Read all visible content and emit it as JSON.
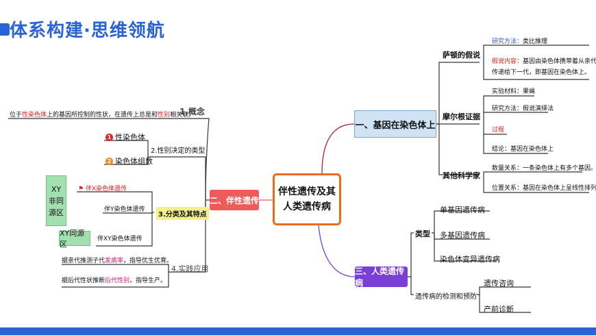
{
  "page_title": "体系构建·思维领航",
  "center": {
    "line1": "伴性遗传及其",
    "line2": "人类遗传病"
  },
  "branch1": {
    "label": "一、基因在染色体上",
    "sutton": {
      "label": "萨顿的假说",
      "method_key": "研究方法：",
      "method_val": "类比推理",
      "hyp_key": "假说内容：",
      "hyp_val1": "基因由染色体携带着从亲代",
      "hyp_val2": "传递给下一代，即基因在染色体上。"
    },
    "morgan": {
      "label": "摩尔根证据",
      "material": "实验材料：果蝇",
      "method": "研究方法：假说演绎法",
      "process": "过程",
      "conclusion": "结论：基因在染色体上"
    },
    "others": {
      "label": "其他科学家",
      "quantity": "数量关系：一条染色体上有多个基因。",
      "position": "位置关系：基因在染色体上呈线性排列。"
    }
  },
  "branch2": {
    "label": "二、伴性遗传",
    "concept": {
      "label": "1.概念",
      "desc_a": "位于",
      "desc_b": "性染色体",
      "desc_c": "上的基因所控制的性状，在遗传上总是和",
      "desc_d": "性别",
      "desc_e": "相关联。"
    },
    "types": {
      "label": "2.性别决定的类型",
      "item1_num": "1",
      "item1": "性染色体",
      "item2_num": "2",
      "item2": "染色体组数"
    },
    "classes": {
      "label": "3.分类及其特点",
      "xy_nonhomo": "XY非同源区",
      "xy_homo": "XY同源区",
      "item_x": "伴X染色体遗传",
      "item_y": "伴Y染色体遗传",
      "item_xy": "伴XY染色体遗传"
    },
    "practice": {
      "label": "4.实践应用",
      "line1_a": "据亲代推测子代",
      "line1_b": "发病率",
      "line1_c": "，指导优生优育。",
      "line2_a": "据后代性状推断",
      "line2_b": "后代性别",
      "line2_c": "，指导生产。"
    }
  },
  "branch3": {
    "label": "三、人类遗传病",
    "types": {
      "label": "类型",
      "single": "单基因遗传病",
      "multi": "多基因遗传病",
      "chromo": "染色体变异遗传病"
    },
    "detect": {
      "label": "遗传病的检测和预防",
      "consult": "遗传咨询",
      "prenatal": "产前诊断"
    }
  }
}
